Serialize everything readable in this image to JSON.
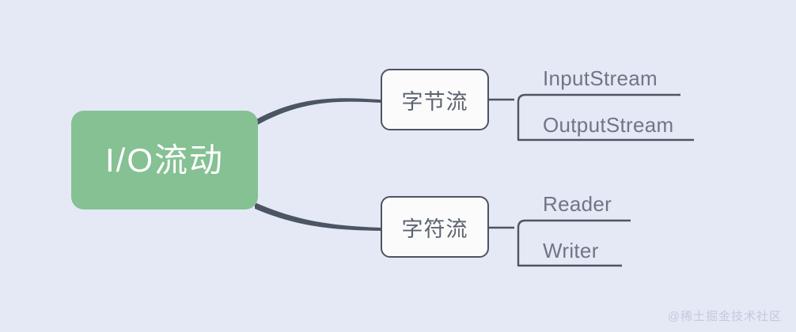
{
  "diagram": {
    "type": "mind-map",
    "background_color": "#e4e9f5",
    "root": {
      "label": "I/O流动",
      "fill_color": "#85c193",
      "text_color": "#ffffff"
    },
    "branches": [
      {
        "label": "字节流",
        "fill_color": "#fbfbfb",
        "border_color": "#4b5563",
        "children": [
          {
            "label": "InputStream"
          },
          {
            "label": "OutputStream"
          }
        ]
      },
      {
        "label": "字符流",
        "fill_color": "#fbfbfb",
        "border_color": "#4b5563",
        "children": [
          {
            "label": "Reader"
          },
          {
            "label": "Writer"
          }
        ]
      }
    ],
    "connector_color": "#4b5563",
    "leaf_text_color": "#6e7686"
  },
  "watermark": {
    "text": "@稀土掘金技术社区",
    "color": "#c3cade"
  }
}
